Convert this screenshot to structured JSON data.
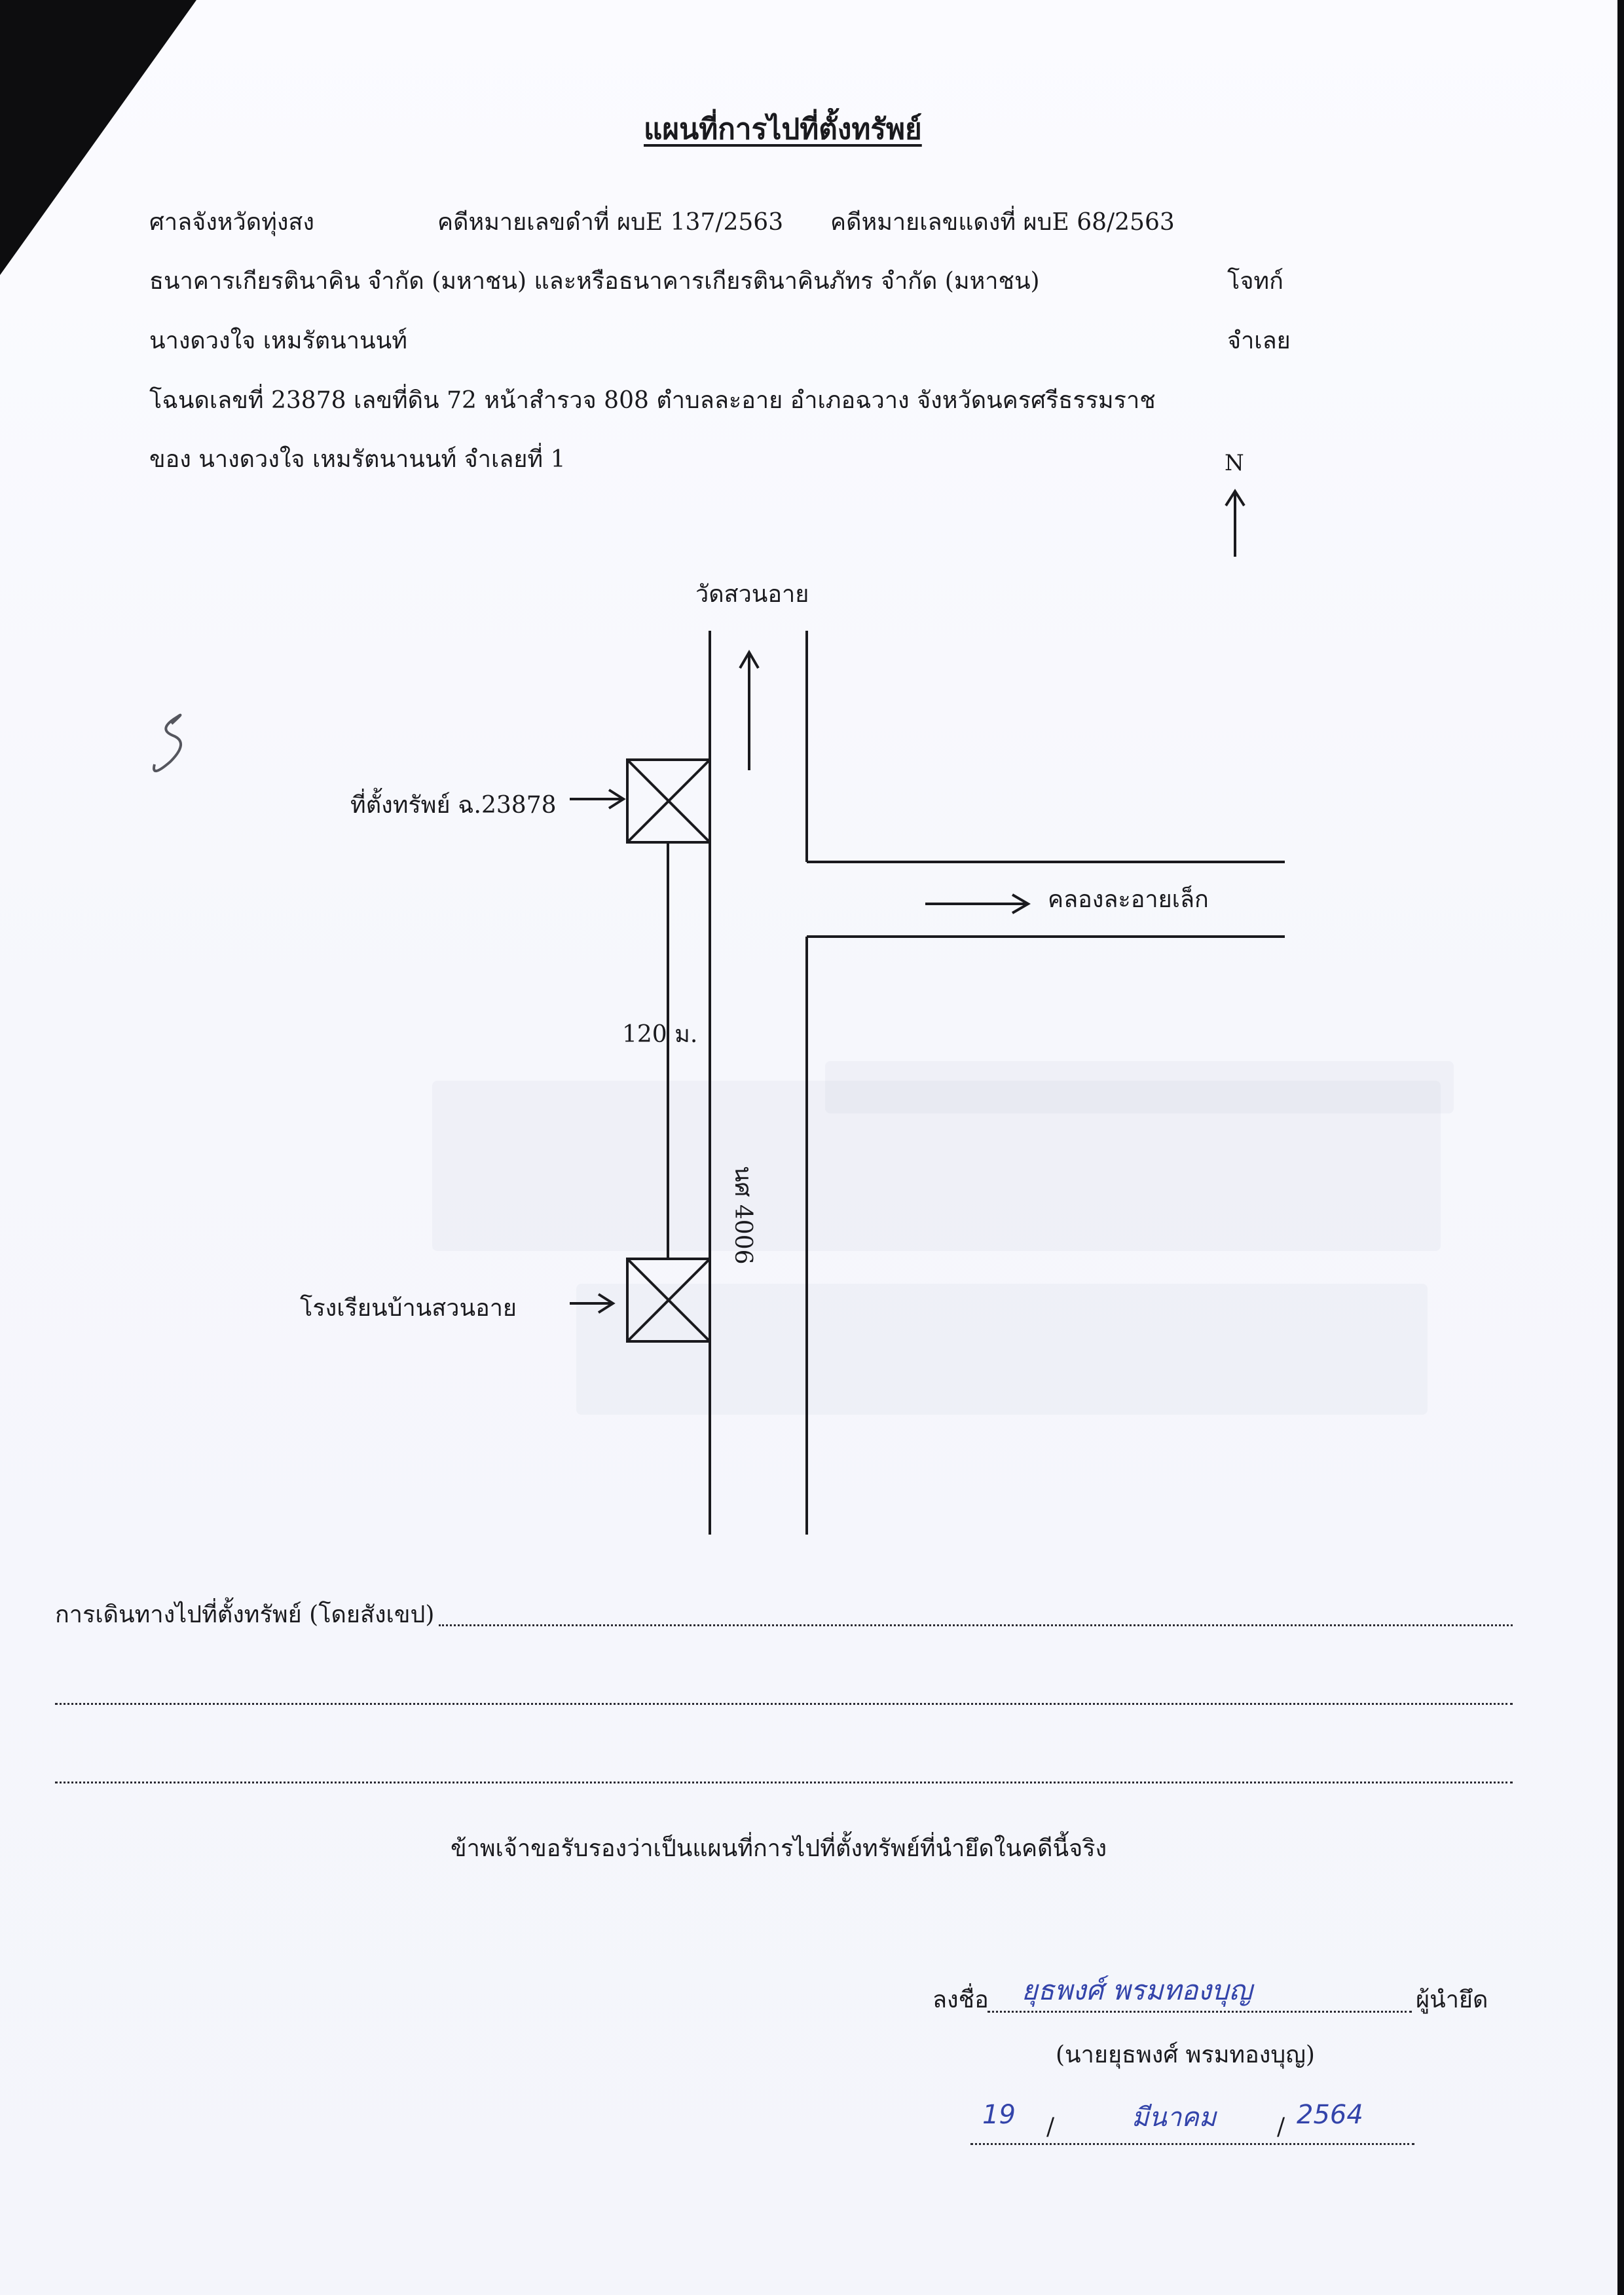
{
  "document": {
    "title": "แผนที่การไปที่ตั้งทรัพย์",
    "court": "ศาลจังหวัดทุ่งสง",
    "black_case": "คดีหมายเลขดำที่ ผบE 137/2563",
    "red_case": "คดีหมายเลขแดงที่ ผบE 68/2563",
    "plaintiff": "ธนาคารเกียรตินาคิน จำกัด (มหาชน) และหรือธนาคารเกียรตินาคินภัทร จำกัด (มหาชน)",
    "plaintiff_role": "โจทก์",
    "defendant": "นางดวงใจ เหมรัตนานนท์",
    "defendant_role": "จำเลย",
    "deed_line": "โฉนดเลขที่  23878 เลขที่ดิน 72 หน้าสำรวจ  808  ตำบลละอาย  อำเภอฉวาง    จังหวัดนครศรีธรรมราช",
    "owner_line": "ของ  นางดวงใจ  เหมรัตนานนท์  จำเลยที่ 1"
  },
  "map": {
    "north": "N",
    "temple": "วัดสวนอาย",
    "property": "ที่ตั้งทรัพย์ ฉ.23878",
    "canal": "คลองละอายเล็ก",
    "distance": "120 ม.",
    "road": "นศ 4006",
    "school": "โรงเรียนบ้านสวนอาย"
  },
  "footer": {
    "directions_label": "การเดินทางไปที่ตั้งทรัพย์ (โดยสังเขป)",
    "certify": "ข้าพเจ้าขอรับรองว่าเป็นแผนที่การไปที่ตั้งทรัพย์ที่นำยึดในคดีนี้จริง",
    "sign_label": "ลงชื่อ",
    "sign_role": "ผู้นำยึด",
    "signer_name": "(นายยุธพงศ์ พรมทองบุญ)",
    "date_day": "19",
    "date_month": "มีนาคม",
    "date_year": "2564",
    "signature": "ยุธพงศ์ พรมทองบุญ"
  }
}
